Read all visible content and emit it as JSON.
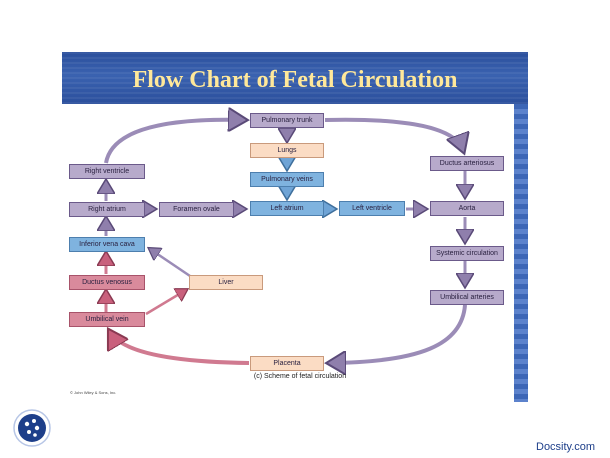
{
  "slide_title": "Flow Chart of Fetal Circulation",
  "boxes": {
    "pulmonary_trunk": "Pulmonary trunk",
    "lungs": "Lungs",
    "pulmonary_veins": "Pulmonary veins",
    "left_atrium": "Left atrium",
    "left_ventricle": "Left ventricle",
    "aorta": "Aorta",
    "ductus_arteriosus": "Ductus arteriosus",
    "systemic_circulation": "Systemic circulation",
    "umbilical_arteries": "Umbilical arteries",
    "placenta": "Placenta",
    "right_ventricle": "Right ventricle",
    "right_atrium": "Right atrium",
    "foramen_ovale": "Foramen ovale",
    "inferior_vena_cava": "Inferior vena cava",
    "ductus_venosus": "Ductus venosus",
    "liver": "Liver",
    "umbilical_vein": "Umbilical vein"
  },
  "caption": "(c) Scheme of fetal circulation",
  "copyright": "© John Wiley & Sons, Inc.",
  "footer_brand": "Docsity.com",
  "colors": {
    "deoxygenated": "#b7aacb",
    "oxygenated_blue": "#7fb3df",
    "oxygenated_pink": "#d98a9c",
    "neutral_peach": "#fbdcc4",
    "title_bar": "#2b4f9c",
    "title_text": "#ffe89a"
  }
}
